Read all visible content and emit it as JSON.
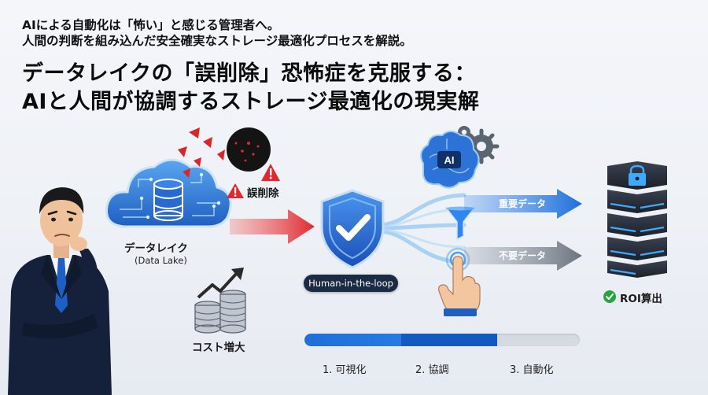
{
  "header": {
    "subtitle_line1": "AIによる自動化は「怖い」と感じる管理者へ。",
    "subtitle_line2": "人間の判断を組み込んだ安全確実なストレージ最適化プロセスを解説。",
    "title_line1": "データレイクの「誤削除」恐怖症を克服する：",
    "title_line2": "AIと人間が協調するストレージ最適化の現実解"
  },
  "left": {
    "data_lake_label": "データレイク",
    "data_lake_sub": "(Data Lake)",
    "deletion_label": "誤削除",
    "cost_label": "コスト増大"
  },
  "center": {
    "hitl_label": "Human-in-the-loop",
    "ai_badge": "AI",
    "important_label": "重要データ",
    "unneeded_label": "不要データ"
  },
  "right": {
    "roi_label": "ROI算出"
  },
  "progress": {
    "value": 0.7,
    "steps": [
      "1. 可視化",
      "2. 協調",
      "3. 自動化"
    ]
  },
  "colors": {
    "accent_blue": "#1f6fd8",
    "danger_red": "#e0282e",
    "dark_navy": "#1c2b44",
    "success_green": "#22a83a"
  }
}
